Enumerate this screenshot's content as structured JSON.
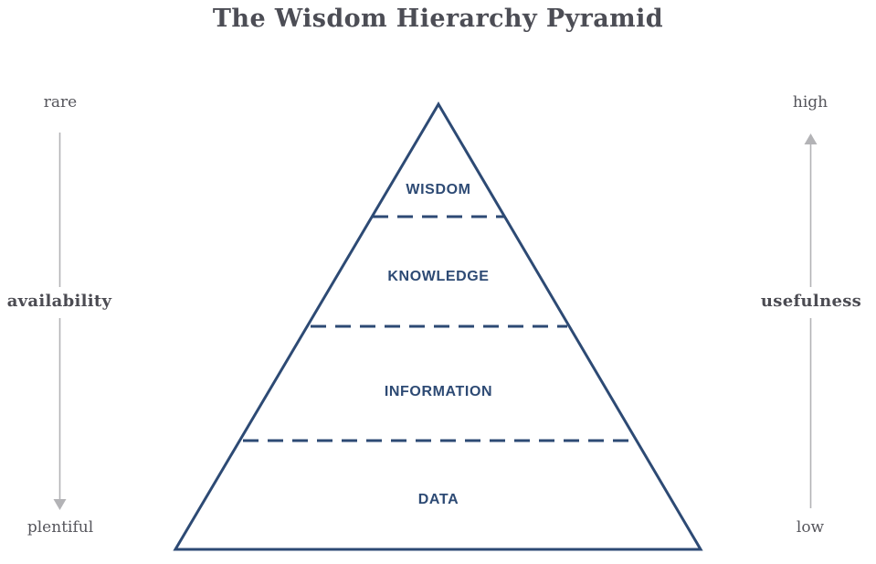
{
  "title": "The Wisdom Hierarchy Pyramid",
  "pyramid": {
    "levels": [
      {
        "label": "WISDOM"
      },
      {
        "label": "KNOWLEDGE"
      },
      {
        "label": "INFORMATION"
      },
      {
        "label": "DATA"
      }
    ]
  },
  "left_axis": {
    "top": "rare",
    "middle": "availability",
    "bottom": "plentiful",
    "direction": "down"
  },
  "right_axis": {
    "top": "high",
    "middle": "usefulness",
    "bottom": "low",
    "direction": "up"
  },
  "colors": {
    "background": "#ffffff",
    "pyramid_outline": "#2d4a74",
    "level_text": "#2d4a74",
    "title_text": "#4c4d55",
    "side_text": "#56565c",
    "side_text_bold": "#4b4b52",
    "arrow": "#b3b3b6"
  }
}
